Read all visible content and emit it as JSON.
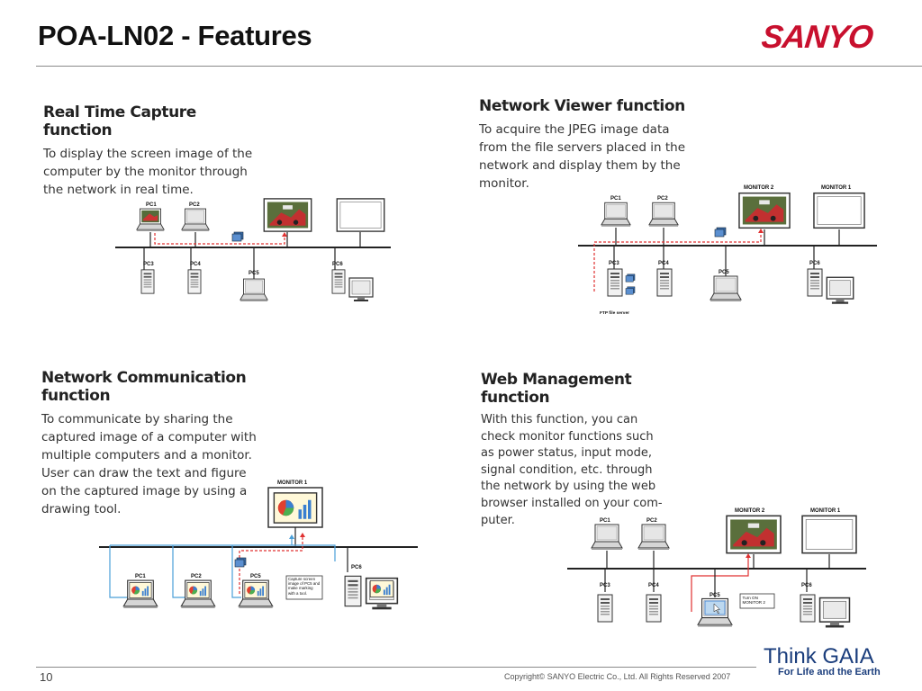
{
  "slide": {
    "title": "POA-LN02 - Features",
    "logo": "SANYO",
    "page_number": "10",
    "copyright": "Copyright© SANYO Electric Co., Ltd. All Rights Reserved 2007",
    "brand_title": "Think GAIA",
    "brand_subtitle": "For Life and the Earth"
  },
  "colors": {
    "title": "#111111",
    "logo_red": "#c8102e",
    "gaia_blue": "#1a3d7c",
    "signal_red": "#e03030",
    "lan_blue": "#4a9fd8"
  },
  "panels": {
    "real_time": {
      "title": "Real Time Capture function",
      "body": "To display the screen image of the computer by the monitor through the network in real time.",
      "labels": {
        "pc1": "PC1",
        "pc2": "PC2",
        "pc3": "PC3",
        "pc4": "PC4",
        "pc5": "PC5",
        "pc6": "PC6"
      }
    },
    "network_viewer": {
      "title": "Network Viewer function",
      "body": "To acquire the JPEG image data from the file servers placed in the network and display them by the monitor.",
      "labels": {
        "pc1": "PC1",
        "pc2": "PC2",
        "pc3": "PC3",
        "pc4": "PC4",
        "pc5": "PC5",
        "pc6": "PC6",
        "monitor1": "MONITOR 1",
        "monitor2": "MONITOR 2",
        "ftp": "FTP file server"
      }
    },
    "network_comm": {
      "title": "Network Communication function",
      "body": "To communicate by sharing the captured image of a computer with multiple computers and a monitor. User can draw the text and figure on the captured image by using a drawing tool.",
      "labels": {
        "pc1": "PC1",
        "pc2": "PC2",
        "pc5": "PC5",
        "pc6": "PC6",
        "monitor1": "MONITOR 1",
        "callout": "Capture screen image of PC5 and make marking with a tool."
      }
    },
    "web_management": {
      "title": "Web Management function",
      "body": "With this function, you can check monitor functions such as power status, input mode, signal condition, etc. through the network by using the web browser installed on your com-puter.",
      "labels": {
        "pc1": "PC1",
        "pc2": "PC2",
        "pc3": "PC3",
        "pc4": "PC4",
        "pc5": "PC5",
        "pc6": "PC6",
        "monitor1": "MONITOR 1",
        "monitor2": "MONITOR 2",
        "callout": "Turn ON MONITOR 2"
      }
    }
  }
}
